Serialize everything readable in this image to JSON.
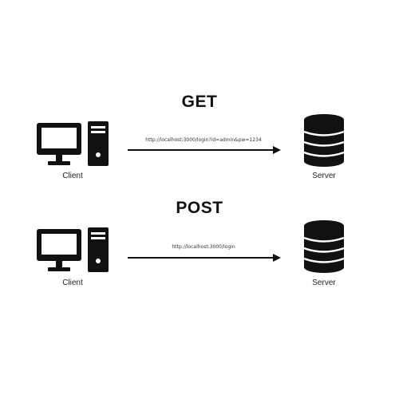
{
  "get": {
    "title": "GET",
    "url": "http://localhost:3000/login?id=admin&pw=1234",
    "client_label": "Client",
    "server_label": "Server"
  },
  "post": {
    "title": "POST",
    "url": "http://localhost:3000/login",
    "client_label": "Client",
    "server_label": "Server"
  },
  "icons": {
    "client": "desktop-computer-icon",
    "server": "database-server-icon",
    "arrow": "arrow-right-icon"
  },
  "colors": {
    "background": "#ffffff",
    "ink": "#111111"
  }
}
